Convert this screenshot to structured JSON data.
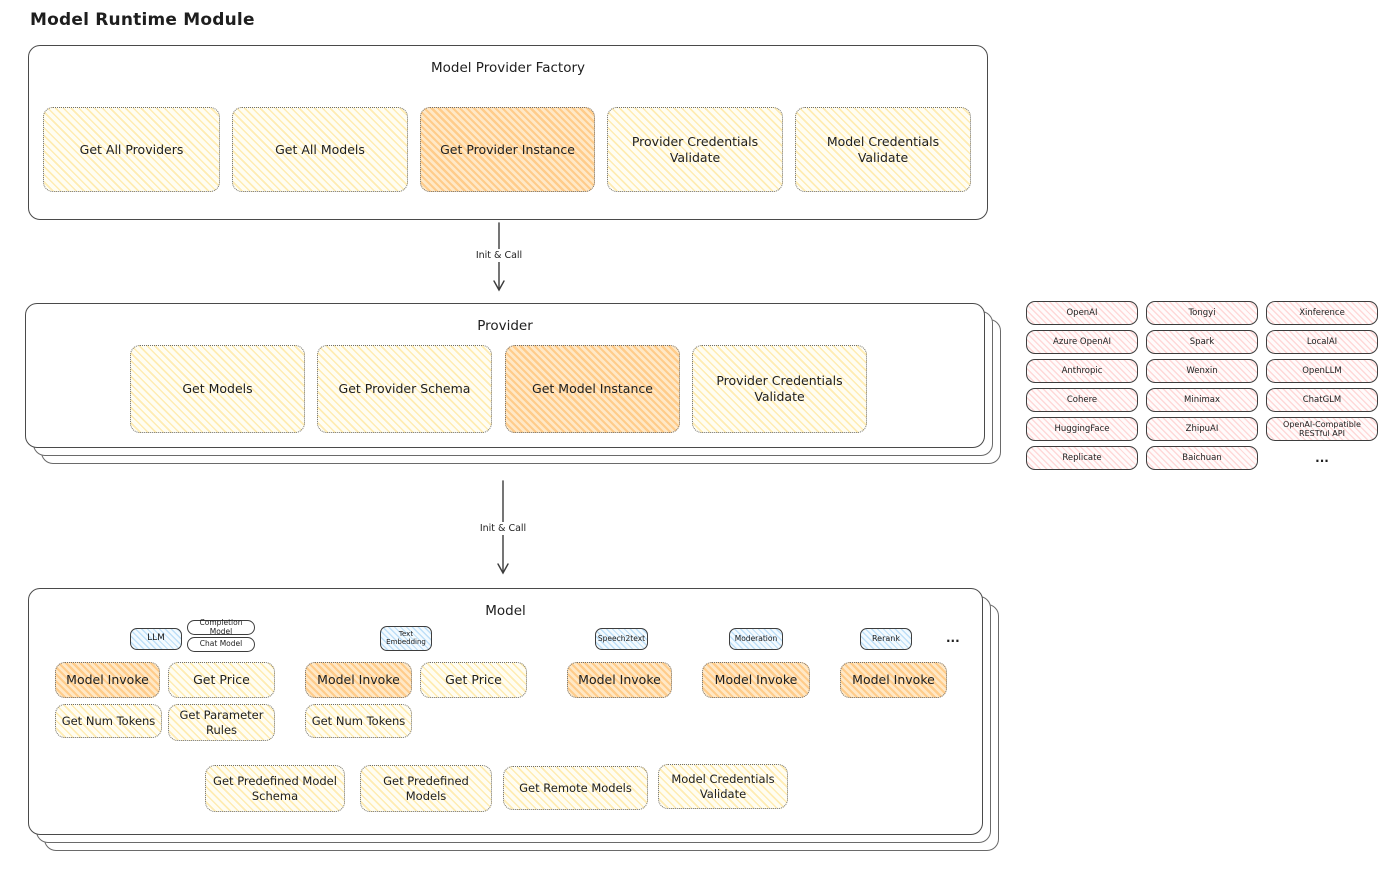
{
  "title": "Model Runtime Module",
  "colors": {
    "ink": "#1e1e1e",
    "box_border": "#4a4a4a",
    "yellow_fill": "#fffdf2",
    "yellow_stroke": "rgba(255,222,125,0.55)",
    "orange_fill": "#fff2da",
    "orange_stroke": "rgba(255,178,86,0.6)",
    "pink_fill": "#fffbfb",
    "pink_stroke": "rgba(255,160,160,0.38)",
    "blue_fill": "#f3fafe",
    "blue_stroke": "rgba(125,190,240,0.45)"
  },
  "factory": {
    "label": "Model Provider Factory",
    "buttons": [
      {
        "label": "Get All Providers",
        "highlighted": false
      },
      {
        "label": "Get All Models",
        "highlighted": false
      },
      {
        "label": "Get Provider Instance",
        "highlighted": true
      },
      {
        "label": "Provider Credentials Validate",
        "highlighted": false
      },
      {
        "label": "Model Credentials Validate",
        "highlighted": false
      }
    ]
  },
  "arrow1_label": "Init & Call",
  "arrow2_label": "Init & Call",
  "provider": {
    "label": "Provider",
    "buttons": [
      {
        "label": "Get Models",
        "highlighted": false
      },
      {
        "label": "Get Provider Schema",
        "highlighted": false
      },
      {
        "label": "Get Model Instance",
        "highlighted": true
      },
      {
        "label": "Provider Credentials Validate",
        "highlighted": false
      }
    ]
  },
  "providers": [
    "OpenAI",
    "Tongyi",
    "Xinference",
    "Azure OpenAI",
    "Spark",
    "LocalAI",
    "Anthropic",
    "Wenxin",
    "OpenLLM",
    "Cohere",
    "Minimax",
    "ChatGLM",
    "HuggingFace",
    "ZhipuAI",
    "OpenAI-Compatible RESTful API",
    "Replicate",
    "Baichuan",
    "..."
  ],
  "model": {
    "label": "Model",
    "types": {
      "llm": "LLM",
      "completion_model": "Completion Model",
      "chat_model": "Chat Model",
      "text_embedding": "Text Embedding",
      "speech2text": "Speech2text",
      "moderation": "Moderation",
      "rerank": "Rerank",
      "ellipsis": "..."
    },
    "llm_buttons": {
      "invoke": "Model Invoke",
      "get_price": "Get Price",
      "get_num_tokens": "Get Num Tokens",
      "get_parameter_rules": "Get Parameter Rules"
    },
    "text_embedding_buttons": {
      "invoke": "Model Invoke",
      "get_price": "Get Price",
      "get_num_tokens": "Get Num Tokens"
    },
    "speech2text_buttons": {
      "invoke": "Model Invoke"
    },
    "moderation_buttons": {
      "invoke": "Model Invoke"
    },
    "rerank_buttons": {
      "invoke": "Model Invoke"
    },
    "shared_buttons": [
      "Get Predefined Model Schema",
      "Get Predefined Models",
      "Get Remote Models",
      "Model Credentials Validate"
    ]
  }
}
